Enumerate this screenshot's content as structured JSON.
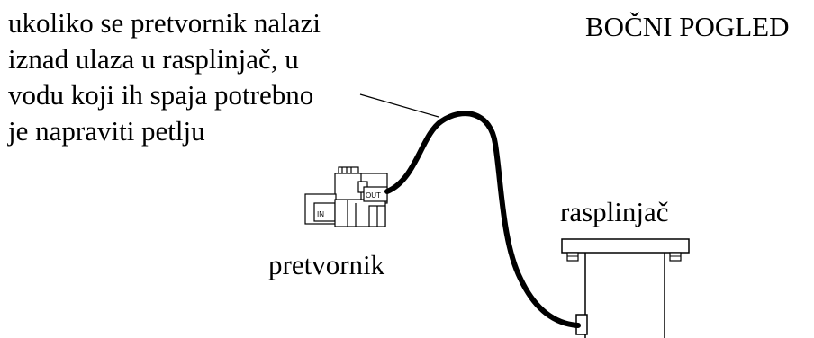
{
  "annotation": {
    "text": "ukoliko se pretvornik nalazi\niznad ulaza u rasplinjač, u\nvodu koji ih spaja potrebno\nje napraviti petlju"
  },
  "view_label": "BOČNI POGLED",
  "carburetor": {
    "label": "rasplinjač"
  },
  "converter": {
    "label": "pretvornik",
    "port_in": "IN",
    "port_out": "OUT"
  }
}
